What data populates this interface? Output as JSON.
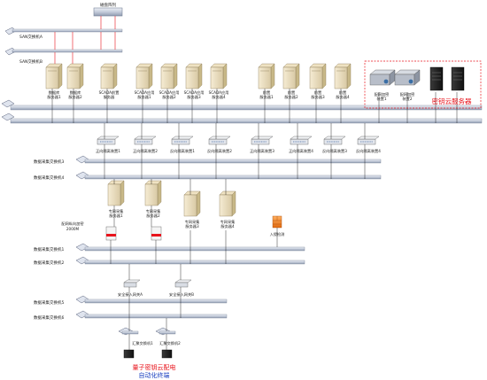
{
  "storage": {
    "label": "磁盘阵列"
  },
  "san_switches": [
    "SAN交换机A",
    "SAN交换机B"
  ],
  "top_servers": [
    [
      "数据库",
      "服务器1"
    ],
    [
      "数据库",
      "服务器2"
    ],
    [
      "SCADA前置",
      "服务器"
    ],
    [
      "SCADA应用",
      "服务器1"
    ],
    [
      "SCADA应用",
      "服务器2"
    ],
    [
      "SCADA应用",
      "服务器3"
    ],
    [
      "SCADA应用",
      "服务器4"
    ],
    [
      "前置",
      "服务器1"
    ],
    [
      "前置",
      "服务器2"
    ],
    [
      "前置",
      "服务器3"
    ],
    [
      "前置",
      "服务器4"
    ]
  ],
  "crypto_devices": [
    [
      "配网加密",
      "装置1"
    ],
    [
      "配网加密",
      "装置2"
    ]
  ],
  "key_cloud_label": "密钥云服务器",
  "isolation_devices": [
    "正向隔离装置1",
    "正向隔离装置2",
    "反向隔离装置1",
    "反向隔离装置2",
    "正向隔离装置3",
    "正向隔离装置4",
    "反向隔离装置3",
    "反向隔离装置4"
  ],
  "switches": {
    "ds3": "数据采集交换机3",
    "ds4": "数据采集交换机4",
    "ds1": "数据采集交换机1",
    "ds2": "数据采集交换机2",
    "ds5": "数据采集交换机5",
    "ds6": "数据采集交换机6"
  },
  "acq_servers": [
    [
      "专网采集",
      "服务器1"
    ],
    [
      "专网采集",
      "服务器2"
    ],
    [
      "专网采集",
      "服务器3"
    ],
    [
      "专网采集",
      "服务器4"
    ]
  ],
  "auth_gateway": [
    "配网纵向加密",
    "2000M"
  ],
  "intrusion": "入侵检测",
  "gateways": [
    "安全接入网关A",
    "安全接入网关B"
  ],
  "aggregate": [
    "汇聚交换机1",
    "汇聚交换机2"
  ],
  "terminal": [
    "量子密钥云配电",
    "自动化终端"
  ],
  "colors": {
    "accent_red": "#e8141c",
    "bus": "#9aa7bd",
    "wire": "#000000",
    "red_link": "#e8141c"
  }
}
